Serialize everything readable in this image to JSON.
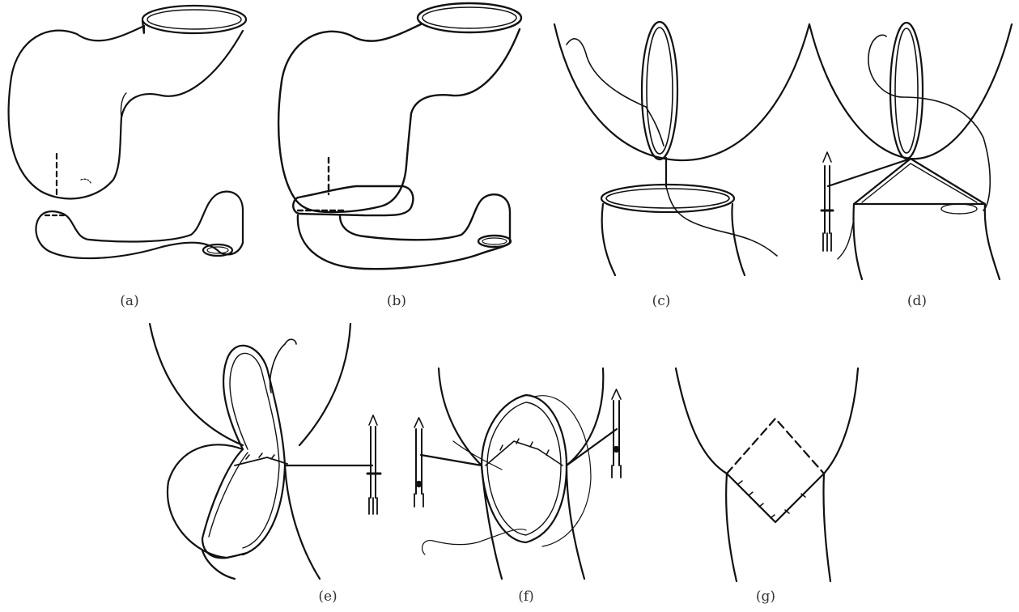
{
  "figure": {
    "panels": [
      {
        "id": "a",
        "caption": "(a)"
      },
      {
        "id": "b",
        "caption": "(b)"
      },
      {
        "id": "c",
        "caption": "(c)"
      },
      {
        "id": "d",
        "caption": "(d)"
      },
      {
        "id": "e",
        "caption": "(e)"
      },
      {
        "id": "f",
        "caption": "(f)"
      },
      {
        "id": "g",
        "caption": "(g)"
      }
    ]
  },
  "colors": {
    "stroke": "#111111",
    "caption": "#333333",
    "background": "#ffffff"
  }
}
